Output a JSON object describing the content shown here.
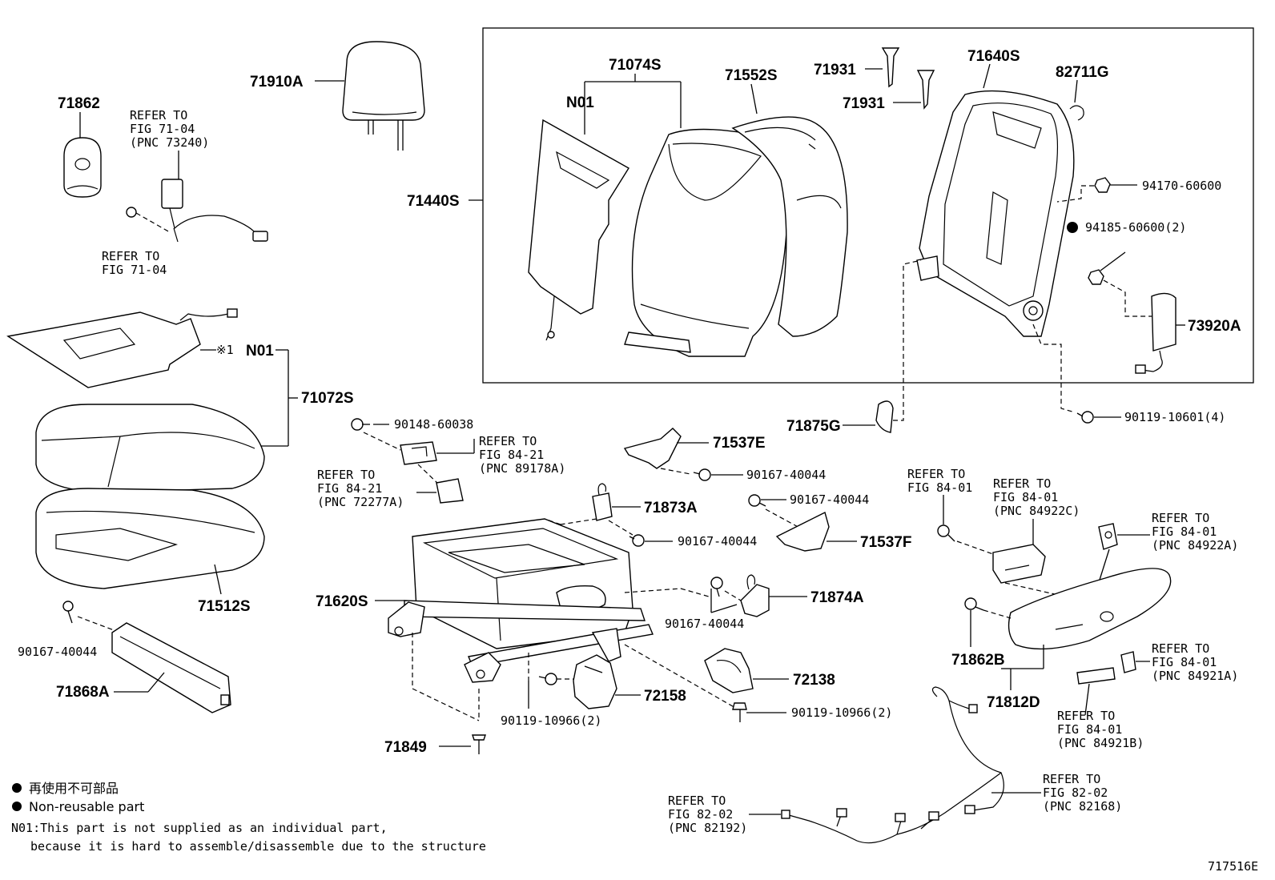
{
  "diagram_id": "717516E",
  "labels": {
    "p71910A": "71910A",
    "p71862": "71862",
    "p71074S": "71074S",
    "pN01_top": "N01",
    "p71552S": "71552S",
    "p71931a": "71931",
    "p71931b": "71931",
    "p71640S": "71640S",
    "p82711G": "82711G",
    "p71440S": "71440S",
    "p94170": "94170-60600",
    "p94185": "94185-60600(2)",
    "p73920A": "73920A",
    "pN01_cushion": "N01",
    "p71072S": "71072S",
    "p71512S": "71512S",
    "p90148": "90148-60038",
    "p71875G": "71875G",
    "p90119_10601": "90119-10601(4)",
    "p71537E": "71537E",
    "p90167_a": "90167-40044",
    "p90167_b": "90167-40044",
    "p71873A": "71873A",
    "p90167_c": "90167-40044",
    "p71537F": "71537F",
    "p71620S": "71620S",
    "p71874A": "71874A",
    "p90167_d": "90167-40044",
    "p90167_e": "90167-40044",
    "p71868A": "71868A",
    "p72138": "72138",
    "p72158": "72158",
    "p90119_10966a": "90119-10966(2)",
    "p90119_10966b": "90119-10966(2)",
    "p71849": "71849",
    "p71862B": "71862B",
    "p71812D": "71812D",
    "mark_x1": "※1"
  },
  "refers": {
    "r1": [
      "REFER TO",
      "FIG 71-04",
      "(PNC 73240)"
    ],
    "r2": [
      "REFER TO",
      "FIG 71-04"
    ],
    "r3": [
      "REFER TO",
      "FIG 84-21",
      "(PNC 89178A)"
    ],
    "r4": [
      "REFER TO",
      "FIG 84-21",
      "(PNC 72277A)"
    ],
    "r5": [
      "REFER TO",
      "FIG 84-01"
    ],
    "r6": [
      "REFER TO",
      "FIG 84-01",
      "(PNC 84922C)"
    ],
    "r7": [
      "REFER TO",
      "FIG 84-01",
      "(PNC 84922A)"
    ],
    "r8": [
      "REFER TO",
      "FIG 84-01",
      "(PNC 84921A)"
    ],
    "r9": [
      "REFER TO",
      "FIG 84-01",
      "(PNC 84921B)"
    ],
    "r10": [
      "REFER TO",
      "FIG 82-02",
      "(PNC 82168)"
    ],
    "r11": [
      "REFER TO",
      "FIG 82-02",
      "(PNC 82192)"
    ]
  },
  "legend": {
    "jp": "再使用不可部品",
    "en": "Non-reusable part"
  },
  "notes": {
    "line1": "N01:This part is not supplied as an individual part,",
    "line2": "because it is hard to assemble/disassemble due to the structure"
  }
}
